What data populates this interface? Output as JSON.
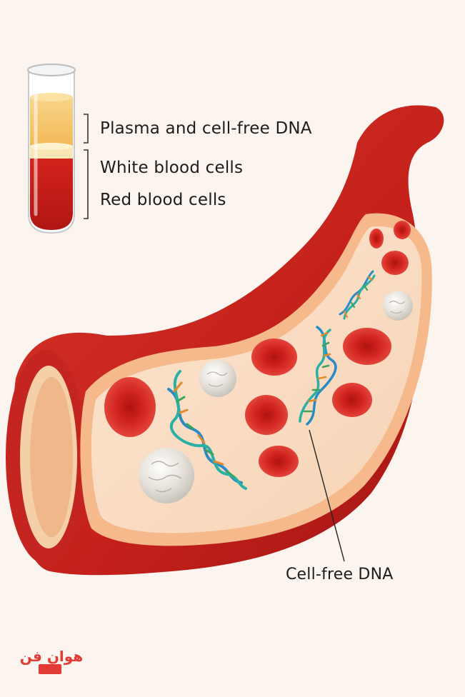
{
  "labels": {
    "plasma": "Plasma and cell-free DNA",
    "white_blood_cells": "White blood cells",
    "red_blood_cells": "Red blood cells",
    "cell_free_dna": "Cell-free DNA"
  },
  "logo": {
    "text": "هوان فن"
  },
  "colors": {
    "vessel": "#c8231f",
    "plasma_layer": "#f7c96c",
    "red_cell": "#d7261f",
    "white_cell": "#ece9e3",
    "dna_blue": "#2b8bc6",
    "dna_green": "#3aa55a",
    "dna_orange": "#e58a2a",
    "logo": "#e23a34"
  }
}
